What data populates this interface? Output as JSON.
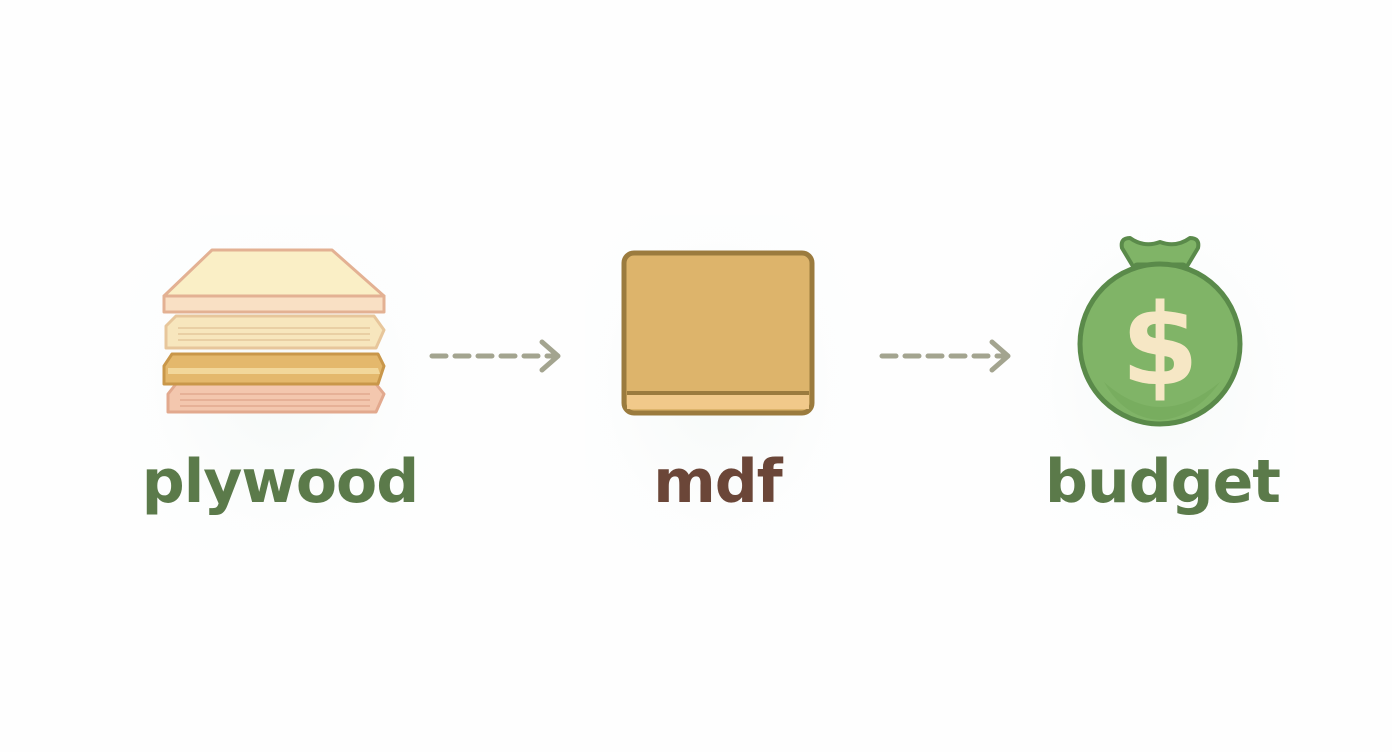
{
  "nodes": [
    {
      "id": "plywood",
      "label": "plywood",
      "icon": "plywood-layers-icon"
    },
    {
      "id": "mdf",
      "label": "mdf",
      "icon": "mdf-board-icon"
    },
    {
      "id": "budget",
      "label": "budget",
      "icon": "money-bag-icon"
    }
  ],
  "edges": [
    {
      "from": "plywood",
      "to": "mdf",
      "style": "dashed-arrow"
    },
    {
      "from": "mdf",
      "to": "budget",
      "style": "dashed-arrow"
    }
  ],
  "colors": {
    "plywood_label": "#5b7a4a",
    "mdf_label": "#6b4638",
    "budget_label": "#5b7a4a",
    "arrow": "#a3a48f",
    "mdf_fill": "#ddb46b",
    "mdf_border": "#9b7b3e",
    "bag_fill": "#80b467",
    "bag_border": "#5a8a4a",
    "dollar": "#f6e7c5"
  }
}
